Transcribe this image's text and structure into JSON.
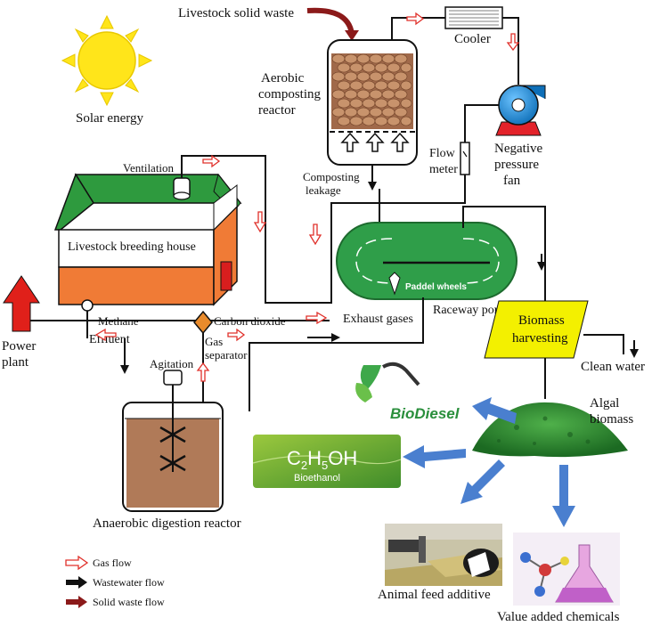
{
  "labels": {
    "solar_energy": "Solar energy",
    "livestock_solid_waste": "Livestock solid waste",
    "cooler": "Cooler",
    "aerobic_1": "Aerobic",
    "aerobic_2": "composting",
    "aerobic_3": "reactor",
    "negative_1": "Negative",
    "negative_2": "pressure",
    "negative_3": "fan",
    "flow_1": "Flow",
    "flow_2": "meter",
    "composting_leakage_1": "Composting",
    "composting_leakage_2": "leakage",
    "ventilation": "Ventilation",
    "livestock_house": "Livestock breeding house",
    "paddel_wheels": "Paddel wheels",
    "raceway_pond": "Raceway pond",
    "exhaust_gases": "Exhaust gases",
    "methane": "Methane",
    "carbon_dioxide": "Carbon dioxide",
    "effluent": "Effluent",
    "gas_separator_1": "Gas",
    "gas_separator_2": "separator",
    "power_plant_1": "Power",
    "power_plant_2": "plant",
    "agitation": "Agitation",
    "anaerobic": "Anaerobic digestion reactor",
    "biomass_harvesting_1": "Biomass",
    "biomass_harvesting_2": "harvesting",
    "clean_water": "Clean water",
    "algal_biomass_1": "Algal",
    "algal_biomass_2": "biomass",
    "biodiesel": "BioDiesel",
    "c2h5oh_c": "C",
    "c2h5oh_2": "2",
    "c2h5oh_h": "H",
    "c2h5oh_5": "5",
    "c2h5oh_oh": "OH",
    "bioethanol": "Bioethanol",
    "animal_feed": "Animal feed additive",
    "value_added": "Value added chemicals"
  },
  "legend": {
    "gas_flow": "Gas flow",
    "wastewater_flow": "Wastewater flow",
    "solid_waste_flow": "Solid waste flow"
  },
  "colors": {
    "gas_flow": "#e0302a",
    "wastewater_flow": "#111111",
    "solid_waste_flow": "#8b1a1a",
    "pond_green": "#2f9e49",
    "roof_green": "#2e9a3e",
    "house_orange": "#f07b36",
    "sun_yellow": "#ffe51a",
    "harvest_yellow": "#f3f000",
    "fan_blue": "#1a8cd8",
    "reactor_brown": "#b07a58",
    "blue_arrow": "#4a7fcf",
    "power_red": "#e0201a"
  }
}
